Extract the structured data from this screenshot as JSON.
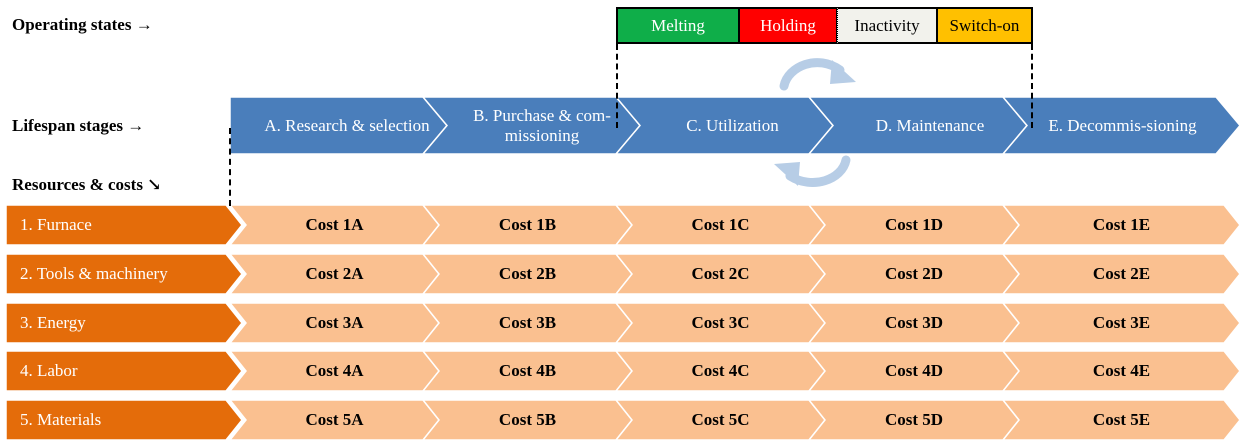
{
  "labels": {
    "operating_states": "Operating states →",
    "lifespan_stages": "Lifespan stages →",
    "resources_costs": "Resources & costs ↘"
  },
  "operating_states": [
    "Melting",
    "Holding",
    "Inactivity",
    "Switch-on"
  ],
  "stages": [
    "A. Research & selection",
    "B. Purchase & com-missioning",
    "C. Utilization",
    "D. Maintenance",
    "E. Decommis-sioning"
  ],
  "resources": [
    {
      "label": "1. Furnace",
      "costs": [
        "Cost 1A",
        "Cost 1B",
        "Cost 1C",
        "Cost 1D",
        "Cost 1E"
      ]
    },
    {
      "label": "2. Tools & machinery",
      "costs": [
        "Cost 2A",
        "Cost 2B",
        "Cost 2C",
        "Cost 2D",
        "Cost 2E"
      ]
    },
    {
      "label": "3. Energy",
      "costs": [
        "Cost 3A",
        "Cost 3B",
        "Cost 3C",
        "Cost 3D",
        "Cost 3E"
      ]
    },
    {
      "label": "4. Labor",
      "costs": [
        "Cost 4A",
        "Cost 4B",
        "Cost 4C",
        "Cost 4D",
        "Cost 4E"
      ]
    },
    {
      "label": "5. Materials",
      "costs": [
        "Cost 5A",
        "Cost 5B",
        "Cost 5C",
        "Cost 5D",
        "Cost 5E"
      ]
    }
  ],
  "colors": {
    "stage_blue": "#4a7ebb",
    "resource_orange": "#e46c0a",
    "cost_peach": "#fac090",
    "melting": "#0fae49",
    "holding": "#ff0000",
    "inactivity": "#f2f2ec",
    "switch_on": "#ffc000",
    "cycle_arrow": "#b7cde6"
  }
}
